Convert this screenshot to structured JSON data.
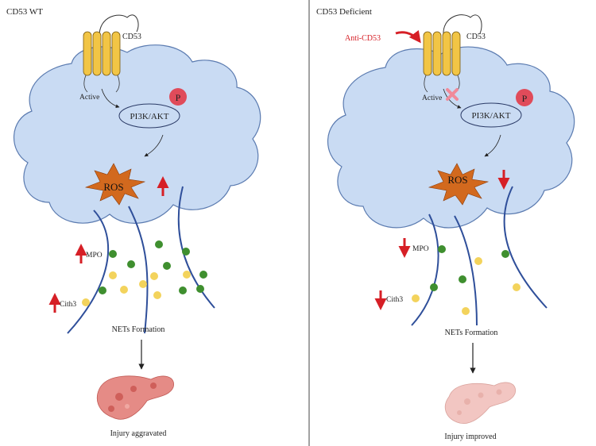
{
  "panels": {
    "left": {
      "title": "CD53 WT",
      "receptor_label": "CD53",
      "active_label": "Active",
      "pathway_label": "PI3K/AKT",
      "phospho_label": "P",
      "ros_label": "ROS",
      "ros_change": "up",
      "mpo_label": "MPO",
      "mpo_change": "up",
      "cith3_label": "Cith3",
      "cith3_change": "up",
      "nets_label": "NETs Formation",
      "outcome_label": "Injury aggravated"
    },
    "right": {
      "title": "CD53 Deficient",
      "inhibitor_label": "Anti-CD53",
      "receptor_label": "CD53",
      "active_label": "Active",
      "pathway_label": "PI3K/AKT",
      "phospho_label": "P",
      "ros_label": "ROS",
      "ros_change": "down",
      "mpo_label": "MPO",
      "mpo_change": "down",
      "cith3_label": "Cith3",
      "cith3_change": "down",
      "nets_label": "NETs Formation",
      "outcome_label": "Injury improved"
    }
  },
  "colors": {
    "cell_fill": "#c9dbf3",
    "cell_stroke": "#5b7bb0",
    "receptor": "#f2c544",
    "phospho": "#e04b5a",
    "ros_burst": "#d2691e",
    "arrow_red": "#d61f26",
    "inhibitor_text": "#d61f26",
    "block_mark": "#f08a9a",
    "mpo_dot": "#3f8f2f",
    "cith3_dot": "#f3d35c",
    "fiber": "#2f4f9a",
    "pancreas_injured": "#e58b86",
    "pancreas_improved": "#f2c6c2"
  }
}
